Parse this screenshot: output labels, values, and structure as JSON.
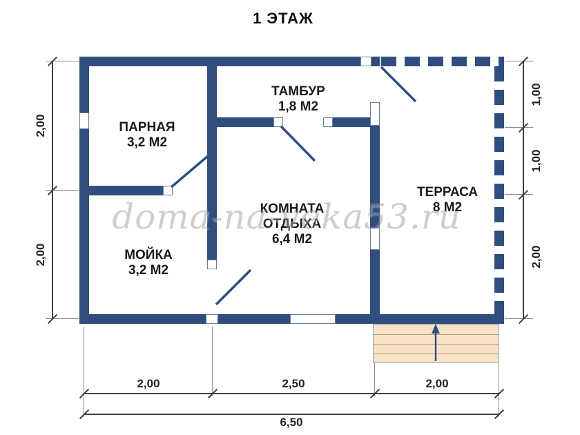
{
  "title": "1 ЭТАЖ",
  "watermark": "doma-na-veka53.ru",
  "colors": {
    "wall": "#2f4e7d",
    "stairs": "#f8e3c8",
    "dimension": "#3f3f3f",
    "text": "#1a1a1a",
    "watermark": "#9b9b9b"
  },
  "rooms": {
    "parnaya": {
      "name": "ПАРНАЯ",
      "area": "3,2 М2"
    },
    "tambur": {
      "name": "ТАМБУР",
      "area": "1,8 М2"
    },
    "moyka": {
      "name": "МОЙКА",
      "area": "3,2 М2"
    },
    "komnata": {
      "name_line1": "КОМНАТА",
      "name_line2": "ОТДЫХА",
      "area": "6,4 М2"
    },
    "terrasa": {
      "name": "ТЕРРАСА",
      "area": "8 М2"
    }
  },
  "dimensions": {
    "left": {
      "top": "2,00",
      "bottom": "2,00"
    },
    "right": {
      "first": "1,00",
      "second": "1,00",
      "third": "2,00"
    },
    "bottom": {
      "first": "2,00",
      "second": "2,50",
      "third": "2,00"
    },
    "total": "6,50"
  }
}
